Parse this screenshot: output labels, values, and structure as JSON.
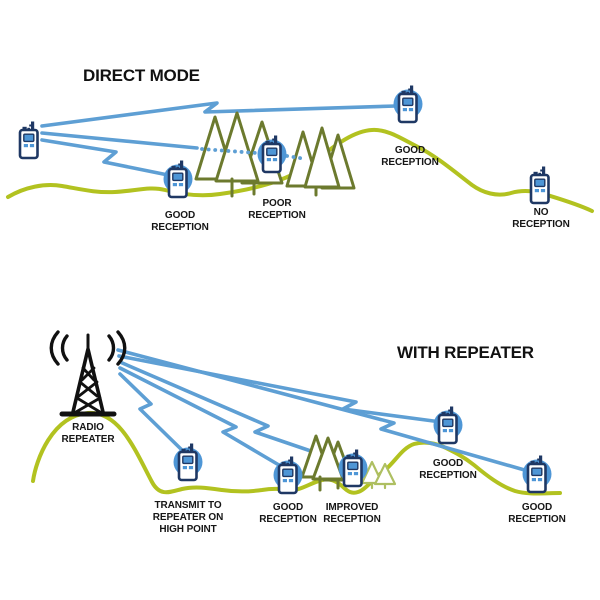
{
  "direct": {
    "title": "DIRECT MODE",
    "labels": {
      "good1": [
        "GOOD",
        "RECEPTION"
      ],
      "poor": [
        "POOR",
        "RECEPTION"
      ],
      "good2": [
        "GOOD",
        "RECEPTION"
      ],
      "none": [
        "NO",
        "RECEPTION"
      ]
    }
  },
  "repeater": {
    "title": "WITH REPEATER",
    "labels": {
      "tower": [
        "RADIO",
        "REPEATER"
      ],
      "transmit": [
        "TRANSMIT TO",
        "REPEATER ON",
        "HIGH POINT"
      ],
      "good1": [
        "GOOD",
        "RECEPTION"
      ],
      "improved": [
        "IMPROVED",
        "RECEPTION"
      ],
      "good2": [
        "GOOD",
        "RECEPTION"
      ],
      "good3": [
        "GOOD",
        "RECEPTION"
      ]
    }
  },
  "icons": {
    "handheld_radio": "walkie-talkie-icon",
    "radio_tower": "broadcast-tower-icon",
    "tree": "pine-tree-icon",
    "signal": "zigzag-signal-line",
    "blocked_signal": "dotted-signal-line"
  },
  "colors": {
    "signal_blue": "#5E9FD4",
    "radio_circle_blue": "#4E96D6",
    "radio_outline_navy": "#1F3864",
    "hill_green": "#B2C220",
    "tree_dark_olive": "#6C7A2E",
    "tree_light_olive": "#AEBF62",
    "text_black": "#111111"
  }
}
